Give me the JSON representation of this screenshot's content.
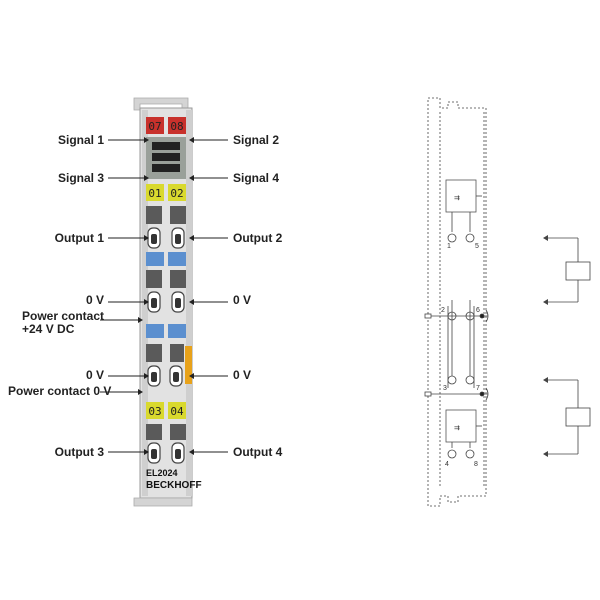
{
  "labels": {
    "signal1": "Signal 1",
    "signal2": "Signal 2",
    "signal3": "Signal 3",
    "signal4": "Signal 4",
    "output1": "Output 1",
    "output2": "Output 2",
    "ov_left1": "0 V",
    "ov_right1": "0 V",
    "power24_l1": "Power contact",
    "power24_l2": "+24 V DC",
    "ov_left2": "0 V",
    "ov_right2": "0 V",
    "power0": "Power contact 0 V",
    "output3": "Output 3",
    "output4": "Output 4"
  },
  "terminal": {
    "led_top": [
      "07",
      "08"
    ],
    "led_mid": [
      "01",
      "02"
    ],
    "led_bot": [
      "03",
      "04"
    ],
    "model": "EL2024",
    "brand": "BECKHOFF"
  },
  "schematic": {
    "pins": [
      "1",
      "5",
      "2",
      "6",
      "3",
      "7",
      "4",
      "8"
    ]
  },
  "colors": {
    "red_led": "#c8312c",
    "yellow_led": "#d9d92e",
    "blue_contact": "#5b8fcf",
    "orange_tab": "#e8a21a",
    "housing": "#dcdcdc"
  }
}
